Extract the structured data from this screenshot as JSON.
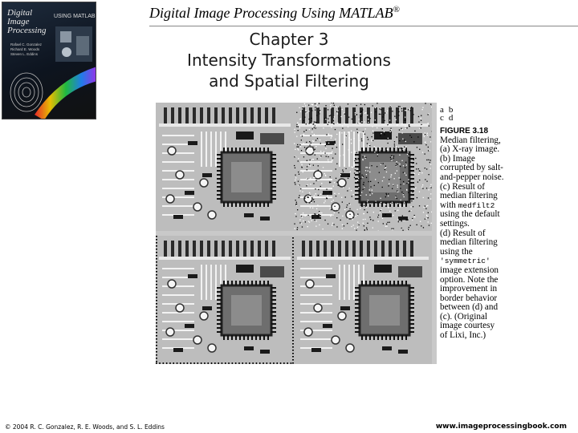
{
  "cover": {
    "title_lines": [
      "Digital",
      "Image",
      "Processing"
    ],
    "using_matlab": "USING MATLAB",
    "authors": [
      "Rafael C. Gonzalez",
      "Richard E. Woods",
      "Steven L. Eddins"
    ]
  },
  "header": {
    "book_title": "Digital Image Processing Using MATLAB",
    "registered_mark": "®",
    "chapter_lines": [
      "Chapter 3",
      "Intensity Transformations",
      "and Spatial Filtering"
    ]
  },
  "figure": {
    "panel_letters_row1": [
      "a",
      "b"
    ],
    "panel_letters_row2": [
      "c",
      "d"
    ],
    "label": "FIGURE 3.18",
    "caption": {
      "l1": "Median filtering,",
      "l2": "(a) X-ray image.",
      "l3": "(b) Image",
      "l4": "corrupted by salt-",
      "l5": "and-pepper noise.",
      "l6": "(c) Result of",
      "l7": "median filtering",
      "l8_pre": "with ",
      "l8_code": "medfilt2",
      "l9": "using the default",
      "l10": "settings.",
      "l11": "(d) Result of",
      "l12": "median filtering",
      "l13": "using the",
      "l14_code": "'symmetric'",
      "l15": "image extension",
      "l16": "option. Note the",
      "l17": "improvement in",
      "l18": "border behavior",
      "l19": "between (d) and",
      "l20": "(c). (Original",
      "l21": "image courtesy",
      "l22": "of Lixi, Inc.)"
    }
  },
  "footer": {
    "copyright": "© 2004 R. C. Gonzalez, R. E. Woods, and S. L. Eddins",
    "website": "www.imageprocessingbook.com"
  }
}
